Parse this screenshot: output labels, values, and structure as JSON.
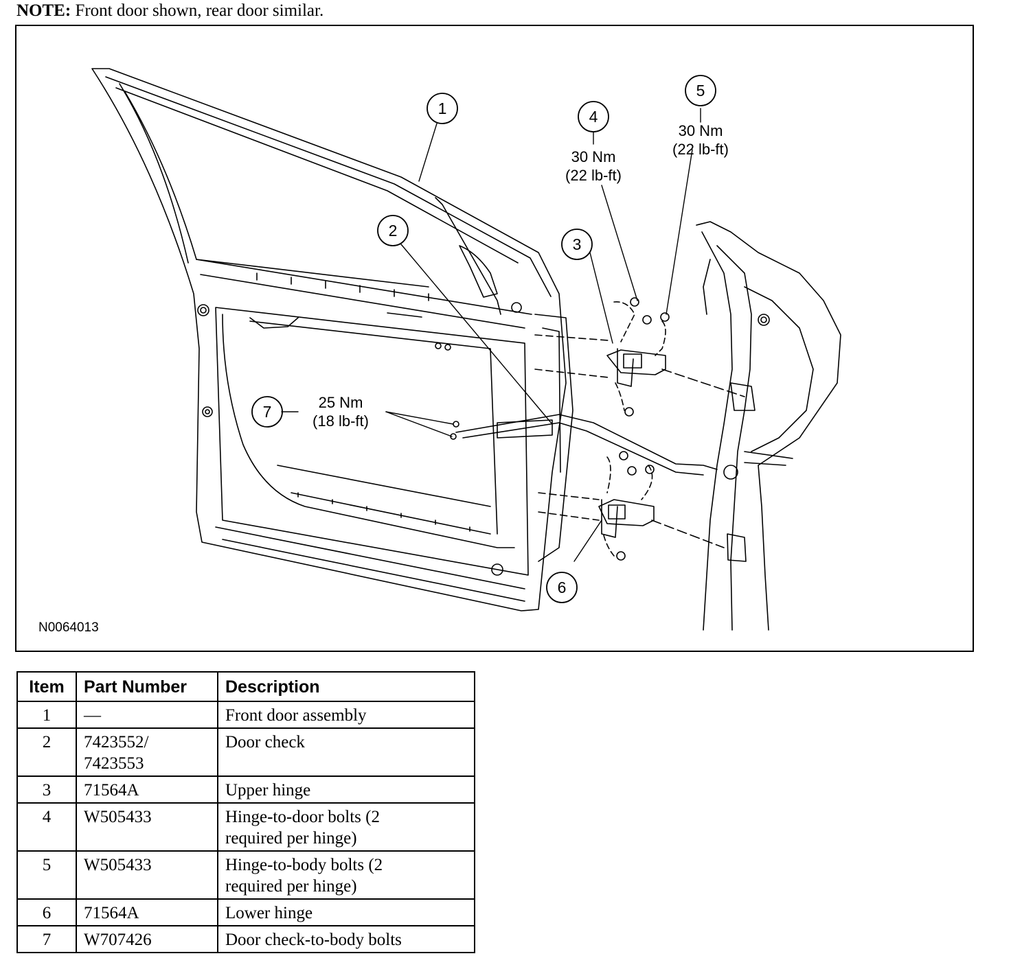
{
  "note": {
    "label": "NOTE:",
    "text": "Front door shown, rear door similar."
  },
  "figure": {
    "id_code": "N0064013",
    "callouts": [
      "1",
      "2",
      "3",
      "4",
      "5",
      "6",
      "7"
    ],
    "torque_4": {
      "nm": "30 Nm",
      "lbft": "(22 lb-ft)"
    },
    "torque_5": {
      "nm": "30 Nm",
      "lbft": "(22 lb-ft)"
    },
    "torque_7": {
      "nm": "25 Nm",
      "lbft": "(18 lb-ft)"
    }
  },
  "table": {
    "headers": [
      "Item",
      "Part Number",
      "Description"
    ],
    "rows": [
      {
        "item": "1",
        "part": [
          "—"
        ],
        "desc": [
          "Front door assembly"
        ]
      },
      {
        "item": "2",
        "part": [
          "7423552/",
          "7423553"
        ],
        "desc": [
          "Door check"
        ]
      },
      {
        "item": "3",
        "part": [
          "71564A"
        ],
        "desc": [
          "Upper hinge"
        ]
      },
      {
        "item": "4",
        "part": [
          "W505433"
        ],
        "desc": [
          "Hinge-to-door bolts (2",
          "required per hinge)"
        ]
      },
      {
        "item": "5",
        "part": [
          "W505433"
        ],
        "desc": [
          "Hinge-to-body bolts (2",
          "required per hinge)"
        ]
      },
      {
        "item": "6",
        "part": [
          "71564A"
        ],
        "desc": [
          "Lower hinge"
        ]
      },
      {
        "item": "7",
        "part": [
          "W707426"
        ],
        "desc": [
          "Door check-to-body bolts"
        ]
      }
    ]
  }
}
